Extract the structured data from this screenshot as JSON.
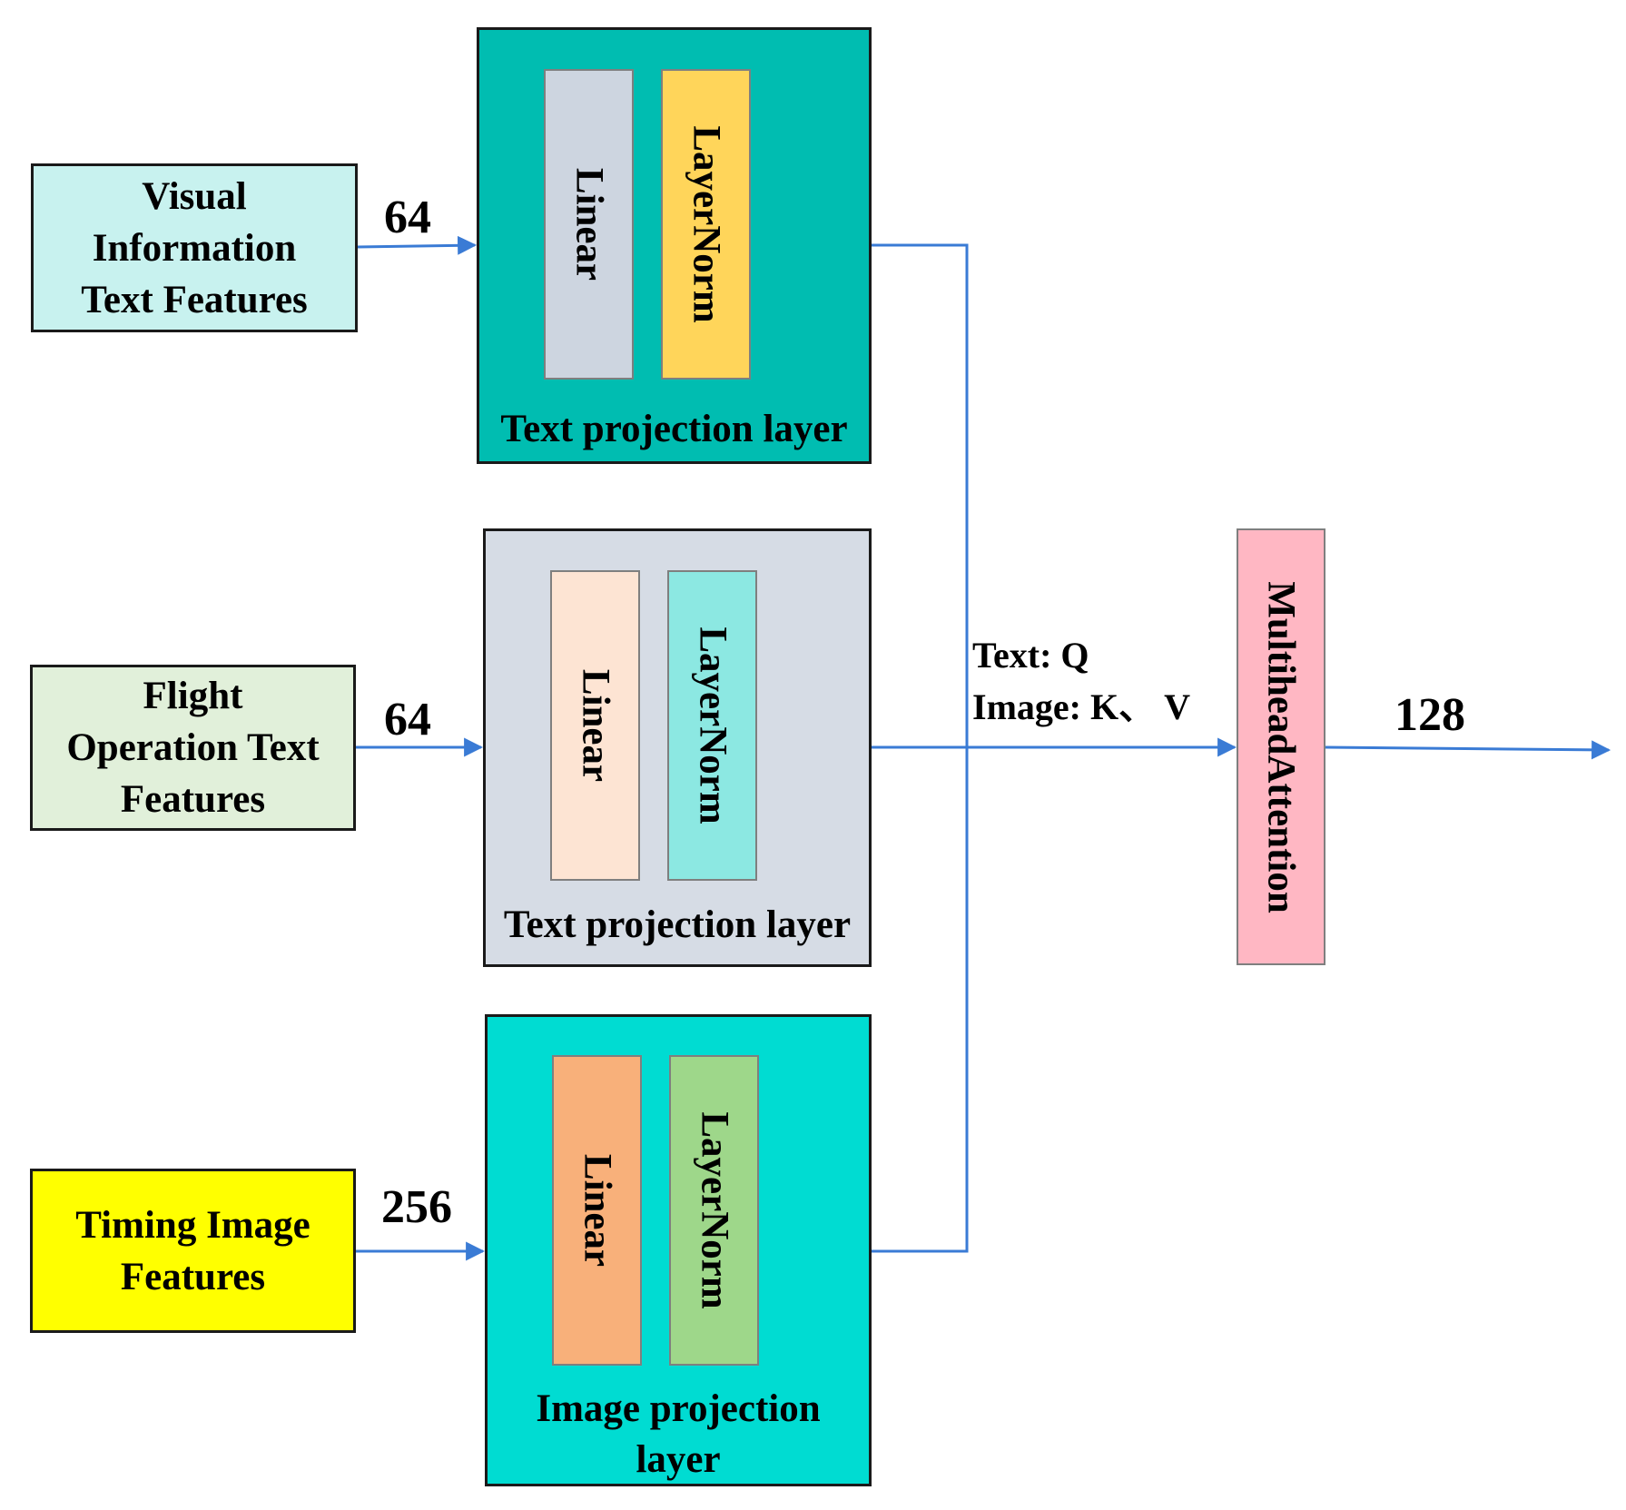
{
  "inputs": {
    "visual_text": "Visual\nInformation\nText Features",
    "flight_text": "Flight\nOperation Text\nFeatures",
    "timing_image": "Timing Image\nFeatures"
  },
  "dims": {
    "visual": "64",
    "flight": "64",
    "timing": "256",
    "output": "128"
  },
  "layers": {
    "top": {
      "linear": "Linear",
      "norm": "LayerNorm",
      "label": "Text projection layer"
    },
    "middle": {
      "linear": "Linear",
      "norm": "LayerNorm",
      "label": "Text projection layer"
    },
    "bottom": {
      "linear": "Linear",
      "norm": "LayerNorm",
      "label": "Image projection\nlayer"
    }
  },
  "attention": {
    "label": "MultiheadAttention",
    "q_label": "Text: Q",
    "kv_label": "Image: K、 V"
  },
  "colors": {
    "visual_box": "#c8f2ef",
    "flight_box": "#e1f0da",
    "timing_box": "#ffff00",
    "top_layer": "#00bdb1",
    "middle_layer": "#d6dce5",
    "bottom_layer": "#00dcd2",
    "linear_gray": "#cdd5e0",
    "norm_yellow": "#ffd55a",
    "linear_peach": "#fde4d3",
    "norm_teal": "#8ce8e2",
    "linear_orange": "#f8b07a",
    "norm_green": "#9ed78a",
    "attention_pink": "#ffb7c3",
    "arrow_blue": "#3a7bd5"
  }
}
